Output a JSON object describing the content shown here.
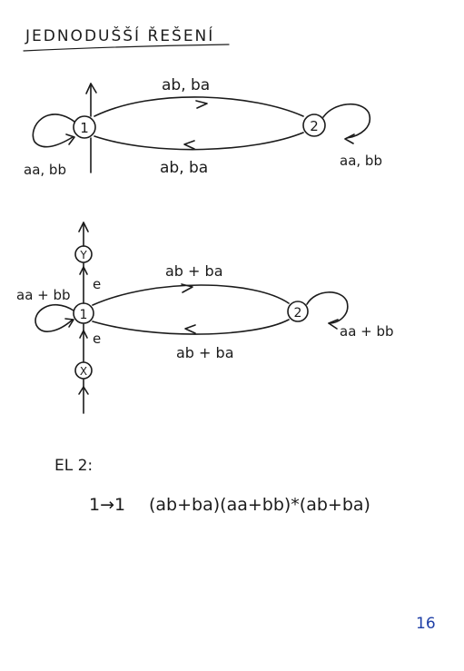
{
  "heading": "JEDNODUŠŠÍ ŘEŠENÍ",
  "diagram1": {
    "state_1": "1",
    "state_2": "2",
    "top_label": "ab, ba",
    "bottom_label": "ab, ba",
    "loop_1_label": "aa, bb",
    "loop_2_label": "aa, bb"
  },
  "diagram2": {
    "state_1": "1",
    "state_2": "2",
    "state_y": "Y",
    "state_x": "X",
    "top_label": "ab + ba",
    "bottom_label": "ab + ba",
    "loop_1_label": "aa + bb",
    "loop_2_label": "aa + bb",
    "eps_up": "e",
    "eps_down": "e"
  },
  "el2_label": "EL 2:",
  "result_lhs": "1→1",
  "result_expr": "(ab+ba)(aa+bb)*(ab+ba)",
  "page_number": "16"
}
